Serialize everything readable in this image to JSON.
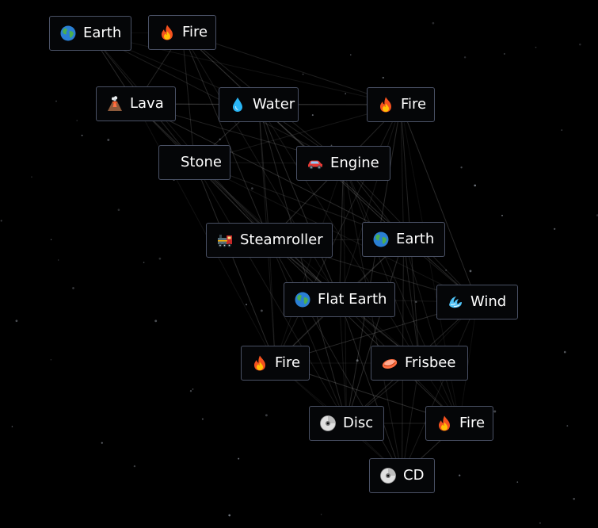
{
  "elements": [
    {
      "id": "n1",
      "label": "Earth",
      "icon": "earth-icon"
    },
    {
      "id": "n2",
      "label": "Fire",
      "icon": "fire-icon"
    },
    {
      "id": "n3",
      "label": "Lava",
      "icon": "volcano-icon"
    },
    {
      "id": "n4",
      "label": "Water",
      "icon": "water-drop-icon"
    },
    {
      "id": "n5",
      "label": "Fire",
      "icon": "fire-icon"
    },
    {
      "id": "n6",
      "label": "Stone",
      "icon": ""
    },
    {
      "id": "n7",
      "label": "Engine",
      "icon": "car-icon"
    },
    {
      "id": "n8",
      "label": "Steamroller",
      "icon": "locomotive-icon"
    },
    {
      "id": "n9",
      "label": "Earth",
      "icon": "earth-icon"
    },
    {
      "id": "n10",
      "label": "Flat Earth",
      "icon": "earth-icon"
    },
    {
      "id": "n11",
      "label": "Wind",
      "icon": "wind-icon"
    },
    {
      "id": "n12",
      "label": "Fire",
      "icon": "fire-icon"
    },
    {
      "id": "n13",
      "label": "Frisbee",
      "icon": "frisbee-icon"
    },
    {
      "id": "n14",
      "label": "Disc",
      "icon": "disc-icon"
    },
    {
      "id": "n15",
      "label": "Fire",
      "icon": "fire-icon"
    },
    {
      "id": "n16",
      "label": "CD",
      "icon": "disc-icon"
    }
  ],
  "colors": {
    "background": "#000000",
    "node_border": "#4a5165",
    "node_fill": "#050608",
    "text": "#ffffff",
    "link": "#ffffff"
  }
}
